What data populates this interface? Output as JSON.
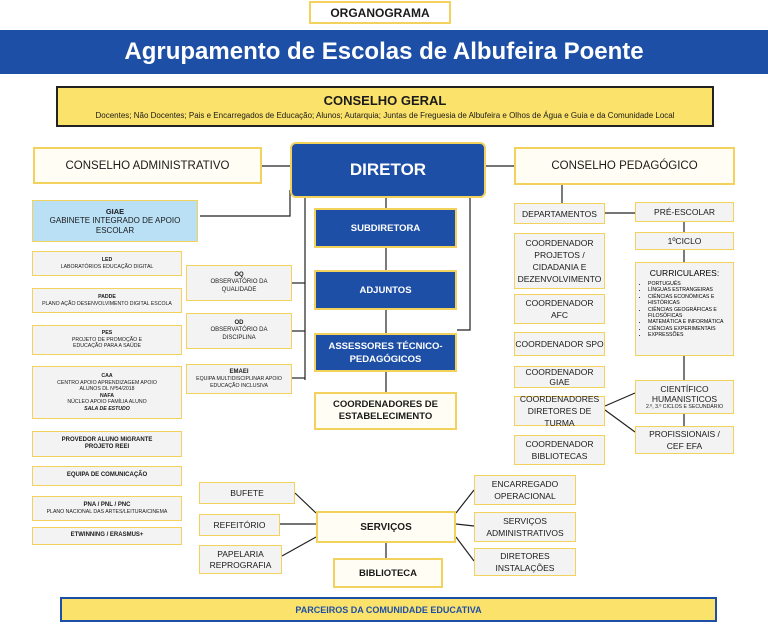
{
  "header": {
    "tag": "ORGANOGRAMA",
    "title": "Agrupamento de Escolas de Albufeira Poente"
  },
  "conselho_geral": {
    "title": "CONSELHO GERAL",
    "members": "Docentes; Não Docentes; Pais e Encarregados de Educação; Alunos; Autarquia; Juntas de Freguesia de Albufeira e Olhos de Água e Guia e da Comunidade Local"
  },
  "conselho_administrativo": "CONSELHO ADMINISTRATIVO",
  "diretor": "DIRETOR",
  "conselho_pedagogico": "CONSELHO PEDAGÓGICO",
  "center": {
    "subdiretora": "SUBDIRETORA",
    "adjuntos": "ADJUNTOS",
    "assessores": "ASSESSORES TÉCNICO-PEDAGÓGICOS",
    "coordenadores_estabelecimento": "COORDENADORES DE ESTABELECIMENTO"
  },
  "left": {
    "giae_title": "GIAE",
    "giae_text": "GABINETE INTEGRADO DE APOIO ESCOLAR",
    "led_title": "LED",
    "led_text": "LABORATÓRIOS EDUCAÇÃO DIGITAL",
    "padde_title": "PADDE",
    "padde_text": "PLANO AÇÃO DESENVOLVIMENTO DIGITAL ESCOLA",
    "pes_title": "PES",
    "pes_text": "PROJETO DE PROMOÇÃO E EDUCAÇÃO PARA A SAÚDE",
    "caa_title": "CAA",
    "caa_text": "CENTRO APOIO APRENDIZAGEM APOIO ALUNOS DL Nº54/2018",
    "nafa_title": "NAFA",
    "nafa_text": "NÚCLEO APOIO FAMÍLIA ALUNO",
    "sala_estudo": "SALA DE ESTUDO",
    "provedor": "PROVEDOR ALUNO MIGRANTE",
    "reei": "PROJETO REEI",
    "comunicacao": "EQUIPA DE COMUNICAÇÃO",
    "pna_title": "PNA / PNL / PNC",
    "pna_text": "PLANO NACIONAL DAS ARTES/LEITURA/CINEMA",
    "etwinning": "ETWINNING / ERASMUS+"
  },
  "observatorios": {
    "oq_title": "OQ",
    "oq_text": "OBSERVATÓRIO DA QUALIDADE",
    "od_title": "OD",
    "od_text": "OBSERVATÓRIO DA DISCIPLINA",
    "emaei_title": "EMAEI",
    "emaei_text": "EQUIPA MULTIDISCIPLINAR APOIO EDUCAÇÃO INCLUSIVA"
  },
  "right": {
    "departamentos": "DEPARTAMENTOS",
    "coord_projetos": "COORDENADOR PROJETOS / CIDADANIA E DEZENVOLVIMENTO",
    "coord_afc": "COORDENADOR AFC",
    "coord_spo": "COORDENADOR SPO",
    "coord_giae": "COORDENADOR GIAE",
    "coord_diretores": "COORDENADORES DIRETORES DE TURMA",
    "coord_bibliotecas": "COORDENADOR BIBLIOTECAS",
    "pre_escolar": "PRÉ-ESCOLAR",
    "primeiro_ciclo": "1ºCICLO",
    "curriculares_title": "CURRICULARES:",
    "curriculares": [
      "PORTUGUÊS",
      "LÍNGUAS ESTRANGEIRAS",
      "CIÊNCIAS ECONÓMICAS E HISTÓRICAS",
      "CIÊNCIAS GEOGRÁFICAS E FILOSÓFICAS",
      "MATEMÁTICA E INFORMÁTICA",
      "CIÊNCIAS EXPERIMENTAIS",
      "EXPRESSÕES"
    ],
    "cientifico": "CIENTÍFICO HUMANISTICOS",
    "cientifico_sub": "2.º, 3.º CICLOS E SECUNDÁRIO",
    "profissionais": "PROFISSIONAIS / CEF EFA"
  },
  "servicos": {
    "title": "SERVIÇOS",
    "bufete": "BUFETE",
    "refeitorio": "REFEITÓRIO",
    "papelaria": "PAPELARIA REPROGRAFIA",
    "encarregado": "ENCARREGADO OPERACIONAL",
    "administrativos": "SERVIÇOS ADMINISTRATIVOS",
    "diretores_instalacoes": "DIRETORES INSTALAÇÕES",
    "biblioteca": "BIBLIOTECA"
  },
  "parceiros": "PARCEIROS DA COMUNIDADE EDUCATIVA",
  "colors": {
    "blue": "#1e4fa6",
    "yellow_border": "#f2d25c",
    "conselho_geral_bg": "#fbe26b",
    "giae_bg": "#b9e0f5",
    "gray_box": "#f3f3f3"
  }
}
